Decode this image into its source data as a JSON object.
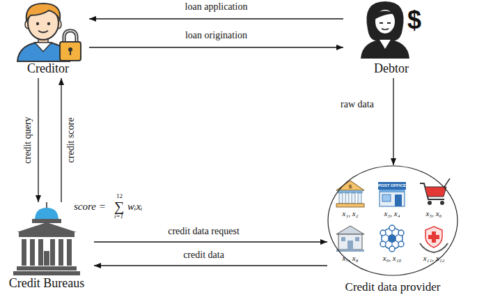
{
  "diagram": {
    "nodes": [
      {
        "text": [
          "Creditor"
        ]
      },
      {
        "text": [
          "Debtor"
        ]
      },
      {
        "text": [
          "Credit Bureaus"
        ]
      },
      {
        "text": [
          "Credit data provider"
        ]
      },
      {
        "text": [
          "$",
          "x₁, x₂"
        ],
        "in": 3
      },
      {
        "text": [
          "POST OFFICE",
          "x₃, x₄"
        ],
        "in": 3
      },
      {
        "text": [
          "x₅, x₆"
        ],
        "in": 3
      },
      {
        "text": [
          "x₇, x₈"
        ],
        "in": 3
      },
      {
        "text": [
          "x₉, x₁₀"
        ],
        "in": 3
      },
      {
        "text": [
          "x₁₁, x₁₂"
        ],
        "in": 3
      }
    ],
    "edges": [
      {
        "from": 1,
        "to": 0,
        "label": "loan application",
        "arrow": "to"
      },
      {
        "from": 0,
        "to": 1,
        "label": "loan origination",
        "arrow": "to"
      },
      {
        "from": 0,
        "to": 2,
        "label": "credit query",
        "arrow": "to"
      },
      {
        "from": 2,
        "to": 0,
        "label": "credit score",
        "arrow": "to"
      },
      {
        "from": 2,
        "to": 3,
        "label": "credit data request",
        "arrow": "to"
      },
      {
        "from": 3,
        "to": 2,
        "label": "credit data",
        "arrow": "to"
      },
      {
        "from": 1,
        "to": 3,
        "label": "raw data",
        "arrow": "to"
      }
    ],
    "labels": [
      "$",
      "score =",
      "∑",
      "12",
      "i=1",
      "wᵢxᵢ"
    ]
  }
}
